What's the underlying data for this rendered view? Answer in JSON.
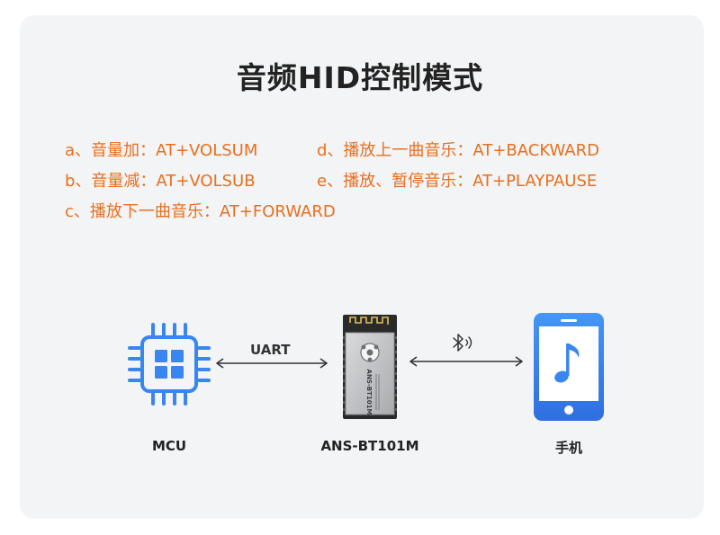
{
  "title": "音频HID控制模式",
  "commands": [
    {
      "text": "a、音量加：AT+VOLSUM"
    },
    {
      "text": "d、播放上一曲音乐：AT+BACKWARD"
    },
    {
      "text": "b、音量减：AT+VOLSUB"
    },
    {
      "text": "e、播放、暂停音乐：AT+PLAYPAUSE"
    },
    {
      "text": "c、播放下一曲音乐：AT+FORWARD"
    }
  ],
  "diagram": {
    "nodes": [
      {
        "label": "MCU",
        "icon": "mcu-chip-icon"
      },
      {
        "label": "ANS-BT101M",
        "icon": "bluetooth-module-icon",
        "module_marking": "ANS-BT101M"
      },
      {
        "label": "手机",
        "icon": "smartphone-music-icon"
      }
    ],
    "links": [
      {
        "label": "UART",
        "type": "bidirectional-arrow"
      },
      {
        "label": "",
        "icon": "bluetooth-icon",
        "type": "bidirectional-arrow"
      }
    ]
  },
  "colors": {
    "accent_orange": "#e86f1e",
    "icon_blue": "#3a86f0",
    "card_background": "#f2f4f6",
    "title_text": "#222222"
  }
}
